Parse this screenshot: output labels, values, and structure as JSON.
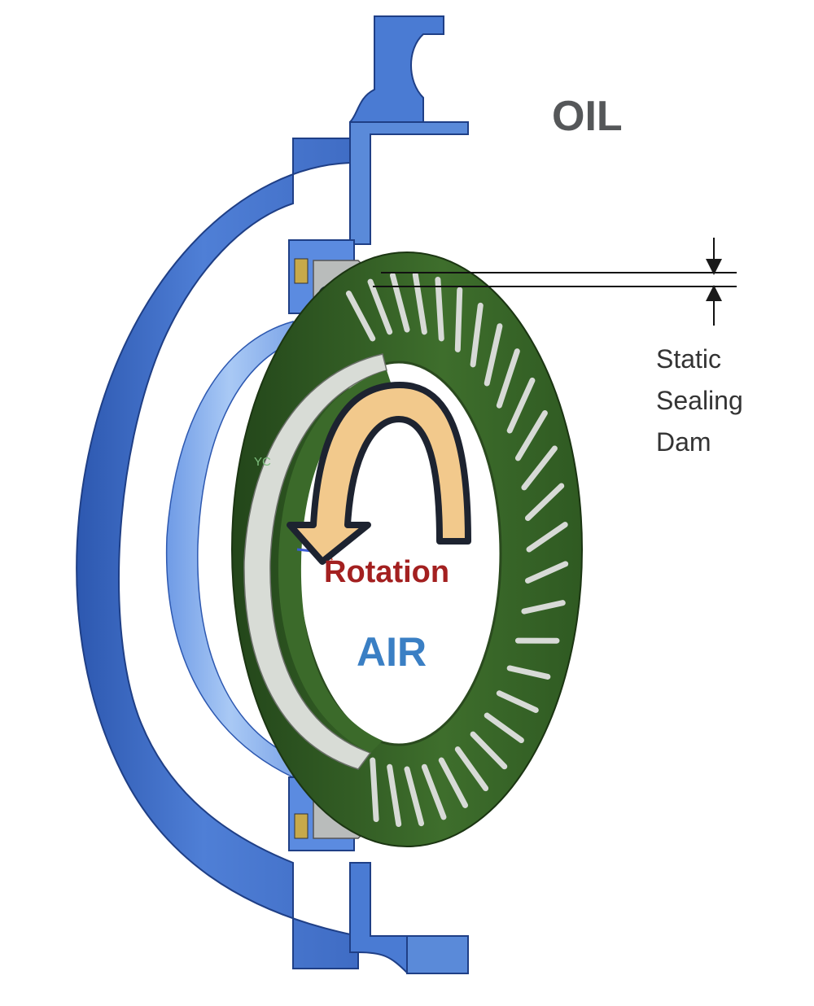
{
  "labels": {
    "oil": "OIL",
    "air": "AIR",
    "rotation": "Rotation",
    "static_sealing_dam": [
      "Static",
      "Sealing",
      "Dam"
    ],
    "axis_mark": "YC"
  },
  "colors": {
    "housing": "#4f7fd6",
    "housing_dark": "#2d58b0",
    "housing_light": "#8fb6f0",
    "seal_ring": "#3e6e2c",
    "seal_ring_dark": "#23461a",
    "grooves": "#d7dad6",
    "carrier": "#b9bcbb",
    "arrow_fill": "#f2c98c",
    "arrow_outline": "#1d2330"
  },
  "icons": {
    "rotation_arrow": "curved-arrow-icon",
    "dimension_arrows": "dimension-arrow-icon"
  }
}
